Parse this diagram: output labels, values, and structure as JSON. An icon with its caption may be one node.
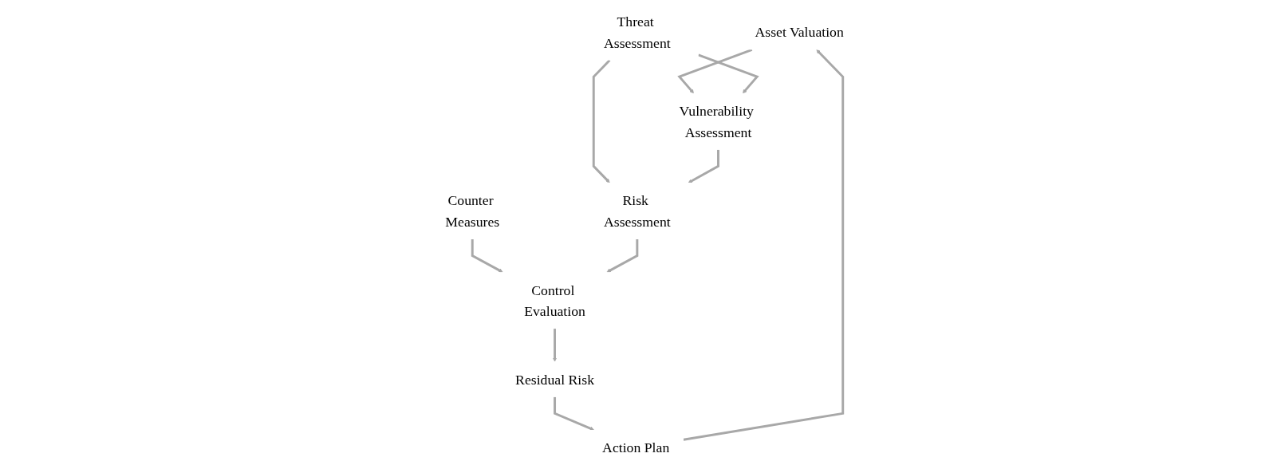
{
  "diagram": {
    "nodes": [
      {
        "text": [
          "Asset Valuation"
        ]
      },
      {
        "text": [
          "Threat Assessment"
        ]
      },
      {
        "text": [
          "Counter Measures"
        ]
      },
      {
        "text": [
          "Vulnerability Assessment"
        ]
      },
      {
        "text": [
          "Risk Assessment"
        ]
      },
      {
        "text": [
          "Control Evaluation"
        ]
      },
      {
        "text": [
          "Action Plan"
        ]
      },
      {
        "text": [
          "Residual Risk"
        ]
      }
    ],
    "edges": [
      {
        "from": 0,
        "to": 3,
        "arrow": "to"
      },
      {
        "from": 1,
        "to": 3,
        "arrow": "to"
      },
      {
        "from": 1,
        "to": 4,
        "arrow": "to"
      },
      {
        "from": 2,
        "to": 5,
        "arrow": "to"
      },
      {
        "from": 3,
        "to": 4,
        "arrow": "to"
      },
      {
        "from": 4,
        "to": 5,
        "arrow": "to"
      },
      {
        "from": 5,
        "to": 7,
        "arrow": "to"
      },
      {
        "from": 7,
        "to": 6,
        "arrow": "to"
      },
      {
        "from": 6,
        "to": 0,
        "arrow": "to"
      }
    ]
  }
}
